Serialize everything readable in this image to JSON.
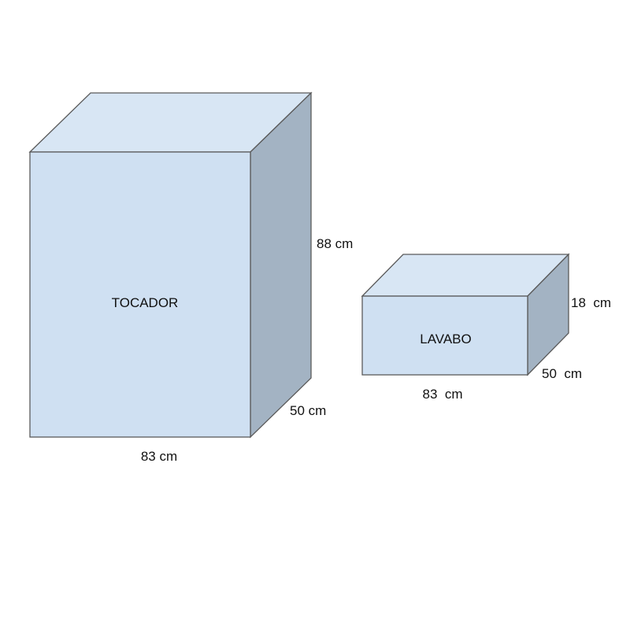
{
  "tocador": {
    "name": "TOCADOR",
    "height": "88 cm",
    "width": "83 cm",
    "depth": "50 cm"
  },
  "lavabo": {
    "name": "LAVABO",
    "height": "18  cm",
    "width": "83  cm",
    "depth": "50  cm"
  },
  "colors": {
    "front": "#cfe0f2",
    "top": "#d8e6f4",
    "side": "#a3b3c3",
    "stroke": "#5a5a5a"
  }
}
